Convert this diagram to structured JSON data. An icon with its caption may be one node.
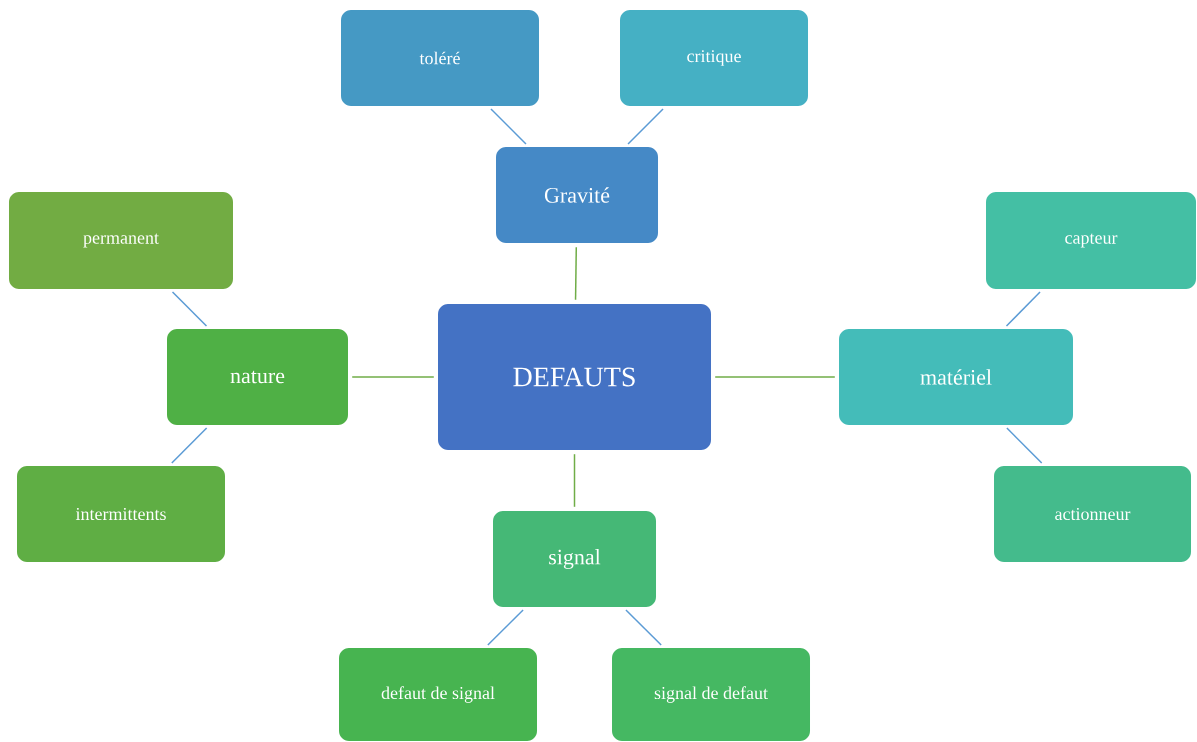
{
  "diagram": {
    "nodes": [
      {
        "text": [
          "DEFAUTS"
        ]
      },
      {
        "text": [
          "Gravité"
        ]
      },
      {
        "text": [
          "toléré"
        ]
      },
      {
        "text": [
          "critique"
        ]
      },
      {
        "text": [
          "nature"
        ]
      },
      {
        "text": [
          "permanent"
        ]
      },
      {
        "text": [
          "intermittents"
        ]
      },
      {
        "text": [
          "matériel"
        ]
      },
      {
        "text": [
          "capteur"
        ]
      },
      {
        "text": [
          "actionneur"
        ]
      },
      {
        "text": [
          "signal"
        ]
      },
      {
        "text": [
          "defaut de signal"
        ]
      },
      {
        "text": [
          "signal de defaut"
        ]
      }
    ],
    "edges": [
      {
        "from": 0,
        "to": 1,
        "arrow": "none",
        "color": "#70ad47"
      },
      {
        "from": 1,
        "to": 2,
        "arrow": "none"
      },
      {
        "from": 1,
        "to": 3,
        "arrow": "none"
      },
      {
        "from": 0,
        "to": 4,
        "arrow": "none",
        "color": "#70ad47"
      },
      {
        "from": 4,
        "to": 5,
        "arrow": "none"
      },
      {
        "from": 4,
        "to": 6,
        "arrow": "none"
      },
      {
        "from": 0,
        "to": 7,
        "arrow": "none",
        "color": "#70ad47"
      },
      {
        "from": 7,
        "to": 8,
        "arrow": "none"
      },
      {
        "from": 7,
        "to": 9,
        "arrow": "none"
      },
      {
        "from": 0,
        "to": 10,
        "arrow": "none",
        "color": "#70ad47"
      },
      {
        "from": 10,
        "to": 11,
        "arrow": "none"
      },
      {
        "from": 10,
        "to": 12,
        "arrow": "none"
      }
    ]
  }
}
